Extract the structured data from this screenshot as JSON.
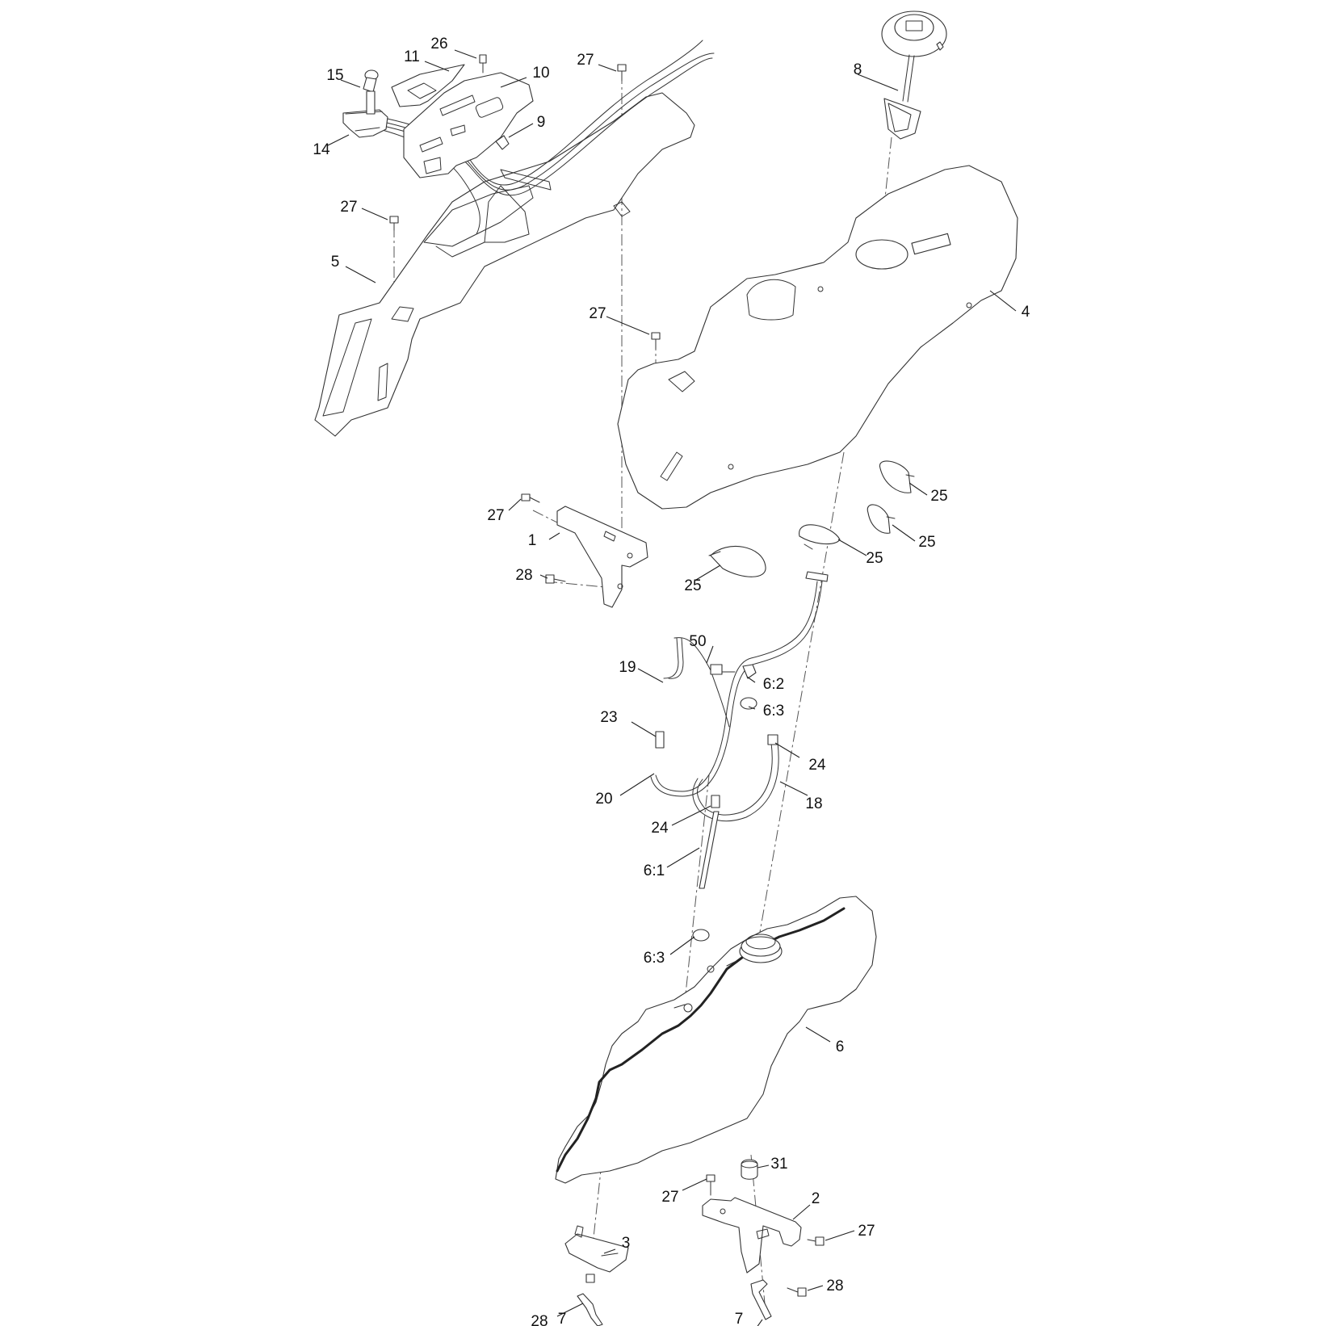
{
  "diagram": {
    "callouts": [
      {
        "id": "c-1",
        "label": "1"
      },
      {
        "id": "c-2",
        "label": "2"
      },
      {
        "id": "c-3",
        "label": "3"
      },
      {
        "id": "c-4",
        "label": "4"
      },
      {
        "id": "c-5",
        "label": "5"
      },
      {
        "id": "c-6",
        "label": "6"
      },
      {
        "id": "c-6-1",
        "label": "6:1"
      },
      {
        "id": "c-6-2",
        "label": "6:2"
      },
      {
        "id": "c-6-3a",
        "label": "6:3"
      },
      {
        "id": "c-6-3b",
        "label": "6:3"
      },
      {
        "id": "c-7a",
        "label": "7"
      },
      {
        "id": "c-7b",
        "label": "7"
      },
      {
        "id": "c-8",
        "label": "8"
      },
      {
        "id": "c-9",
        "label": "9"
      },
      {
        "id": "c-10",
        "label": "10"
      },
      {
        "id": "c-11",
        "label": "11"
      },
      {
        "id": "c-14",
        "label": "14"
      },
      {
        "id": "c-15",
        "label": "15"
      },
      {
        "id": "c-18",
        "label": "18"
      },
      {
        "id": "c-19",
        "label": "19"
      },
      {
        "id": "c-20",
        "label": "20"
      },
      {
        "id": "c-23",
        "label": "23"
      },
      {
        "id": "c-24a",
        "label": "24"
      },
      {
        "id": "c-24b",
        "label": "24"
      },
      {
        "id": "c-25a",
        "label": "25"
      },
      {
        "id": "c-25b",
        "label": "25"
      },
      {
        "id": "c-25c",
        "label": "25"
      },
      {
        "id": "c-25d",
        "label": "25"
      },
      {
        "id": "c-26",
        "label": "26"
      },
      {
        "id": "c-27a",
        "label": "27"
      },
      {
        "id": "c-27b",
        "label": "27"
      },
      {
        "id": "c-27c",
        "label": "27"
      },
      {
        "id": "c-27d",
        "label": "27"
      },
      {
        "id": "c-27e",
        "label": "27"
      },
      {
        "id": "c-27f",
        "label": "27"
      },
      {
        "id": "c-28a",
        "label": "28"
      },
      {
        "id": "c-28b",
        "label": "28"
      },
      {
        "id": "c-28c",
        "label": "28"
      },
      {
        "id": "c-31",
        "label": "31"
      },
      {
        "id": "c-50",
        "label": "50"
      }
    ]
  }
}
